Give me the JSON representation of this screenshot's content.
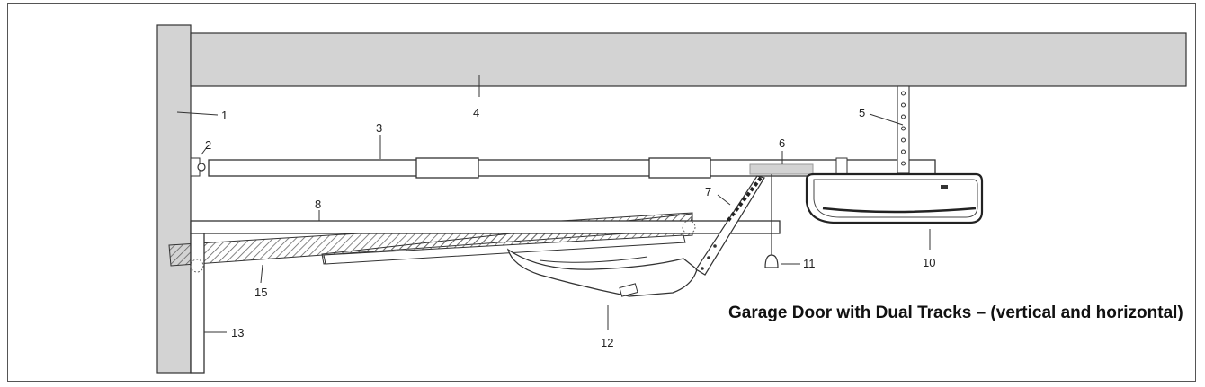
{
  "caption": "Garage Door with Dual Tracks – (vertical and horizontal)",
  "labels": {
    "l1": "1",
    "l2": "2",
    "l3": "3",
    "l4": "4",
    "l5": "5",
    "l6": "6",
    "l7": "7",
    "l8": "8",
    "l10": "10",
    "l11": "11",
    "l12": "12",
    "l13": "13",
    "l15": "15"
  },
  "colors": {
    "ceiling": "#d3d3d3",
    "wall": "#d3d3d3",
    "line": "#333333",
    "hatch": "#666666"
  }
}
